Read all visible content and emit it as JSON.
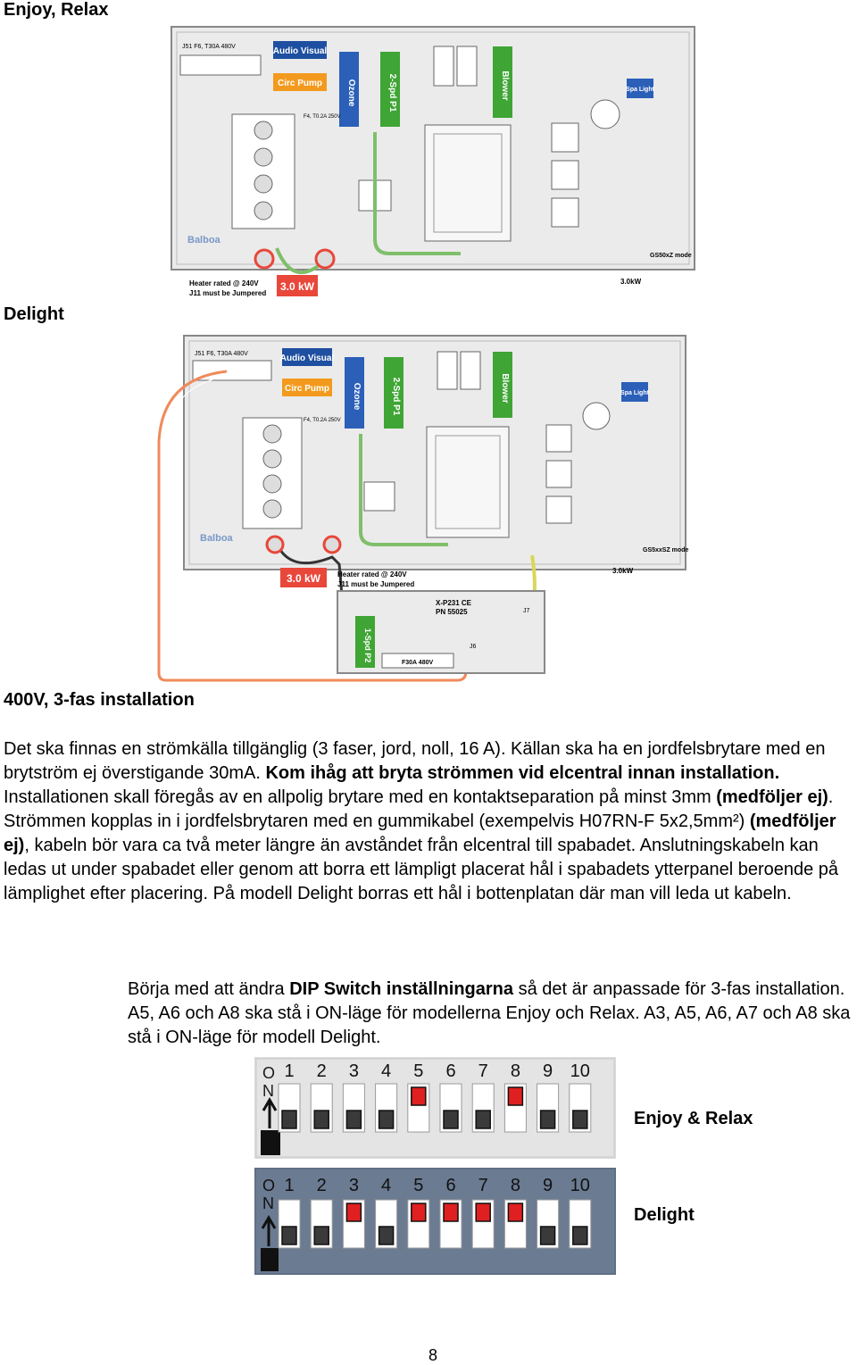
{
  "sections": {
    "enjoy_relax": "Enjoy, Relax",
    "delight": "Delight",
    "install_title": "400V, 3-fas installation"
  },
  "board_top": {
    "heater_note_1": "Heater rated @ 240V",
    "heater_note_2": "J11 must be Jumpered",
    "heater_kw": "3.0 kW",
    "audio": "Audio Visual",
    "circ": "Circ Pump",
    "ozone": "Ozone",
    "pump": "2-Spd P1",
    "blower": "Blower",
    "spa_light": "Spa Light",
    "brand": "Balboa",
    "mode": "GS50xZ mode",
    "total_kw": "3.0kW",
    "fuse_main": "J51 F6, T30A 480V",
    "fuse_f4": "F4, T0.2A 250V"
  },
  "board_bottom": {
    "heater_note_1": "Heater rated @ 240V",
    "heater_note_2": "J11 must be Jumpered",
    "heater_kw": "3.0 kW",
    "audio": "Audio Visual",
    "circ": "Circ Pump",
    "ozone": "Ozone",
    "pump": "2-Spd P1",
    "blower": "Blower",
    "spa_light": "Spa Light",
    "brand": "Balboa",
    "mode": "GS5xxSZ mode",
    "total_kw": "3.0kW",
    "fuse_main": "J51 F6, T30A 480V",
    "fuse_f4": "F4, T0.2A 250V",
    "expansion": {
      "model": "X-P231 CE",
      "pn": "PN 55025",
      "pump2": "1-Spd P2",
      "fuse": "F30A 480V",
      "j7": "J7",
      "j6": "J6"
    }
  },
  "paragraph": {
    "p1": "Det ska finnas en strömkälla tillgänglig (3 faser, jord, noll, 16 A). Källan ska ha en jordfelsbrytare med en brytström ej överstigande 30mA. ",
    "p1_bold": "Kom ihåg att bryta strömmen vid elcentral innan installation.",
    "p2": " Installationen skall föregås av en allpolig brytare med en kontaktseparation på minst 3mm ",
    "p2_bold": "(medföljer ej)",
    "p3": ". Strömmen kopplas in i jordfelsbrytaren med en gummikabel (exempelvis H07RN-F 5x2,5mm²) ",
    "p3_bold": "(medföljer ej)",
    "p4": ", kabeln bör vara ca två meter längre än avståndet från elcentral till spabadet. Anslutningskabeln kan ledas ut under spabadet eller genom att borra ett lämpligt placerat hål i spabadets ytterpanel beroende på lämplighet efter placering. På modell Delight borras ett hål i bottenplatan där man vill leda ut kabeln."
  },
  "dip_intro": {
    "t1": "Börja med att ändra ",
    "t1_bold": "DIP Switch inställningarna",
    "t2": " så det är anpassade för 3-fas installation. A5, A6 och A8 ska stå i ON-läge för modellerna Enjoy och Relax. A3, A5, A6, A7 och A8 ska stå i ON-läge för modell Delight."
  },
  "dip_enjoy": {
    "label": "Enjoy & Relax",
    "on_letters": [
      "O",
      "N"
    ],
    "numbers": [
      "1",
      "2",
      "3",
      "4",
      "5",
      "6",
      "7",
      "8",
      "9",
      "10"
    ],
    "on_switches": [
      5,
      8
    ]
  },
  "dip_delight": {
    "label": "Delight",
    "on_letters": [
      "O",
      "N"
    ],
    "numbers": [
      "1",
      "2",
      "3",
      "4",
      "5",
      "6",
      "7",
      "8",
      "9",
      "10"
    ],
    "on_switches": [
      3,
      5,
      6,
      7,
      8
    ]
  },
  "page_number": "8",
  "colors": {
    "audio_blue": "#1f4fa0",
    "circ_orange": "#f39a1e",
    "ozone_blue": "#2b5fb8",
    "green_relay": "#3fa535",
    "heater_red": "#e8473a",
    "wire_orange": "#f08a5a",
    "wire_green": "#7fbf6a",
    "dip_red": "#e02020"
  }
}
